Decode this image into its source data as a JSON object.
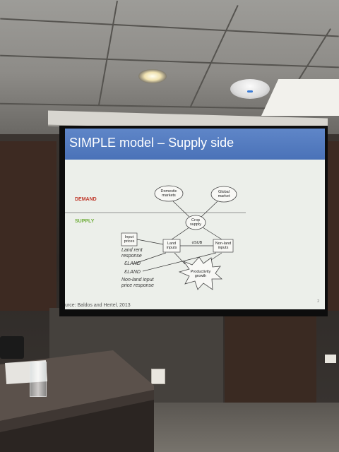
{
  "slide": {
    "title": "SIMPLE model – Supply side",
    "demand_label": "DEMAND",
    "supply_label": "SUPPLY",
    "nodes": {
      "domestic_markets": "Domestic markets",
      "global_market": "Global market",
      "crop_supply": "Crop supply",
      "input_prices": "Input prices",
      "land_inputs": "Land inputs",
      "nonland_inputs": "Non-land inputs",
      "productivity_growth": "Productivity growth",
      "sigma_sub": "σSUB"
    },
    "annotations": {
      "land_rent_response": "Land rent response",
      "e_land": "ƐLAND",
      "e_land2": "ƐLAND",
      "nonland_price_response": "Non-land input price response"
    },
    "citation": "urce: Baldos and Hertel, 2013",
    "page_number": "2"
  },
  "colors": {
    "title_bar": "#4a72b8",
    "demand": "#c0392b",
    "supply": "#6fae3a"
  }
}
